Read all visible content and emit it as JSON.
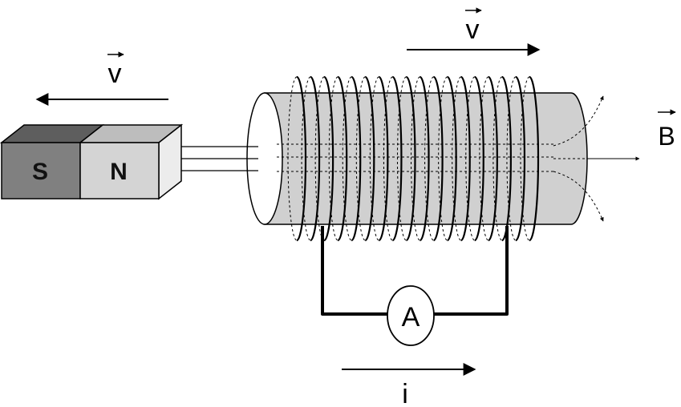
{
  "magnet": {
    "south_label": "S",
    "north_label": "N",
    "south_color": "#808080",
    "north_color": "#d4d4d4",
    "velocity_label": "v"
  },
  "coil": {
    "core_color": "#d0d0d0",
    "velocity_label": "v",
    "field_label": "B"
  },
  "circuit": {
    "ammeter_label": "A",
    "current_label": "i"
  }
}
